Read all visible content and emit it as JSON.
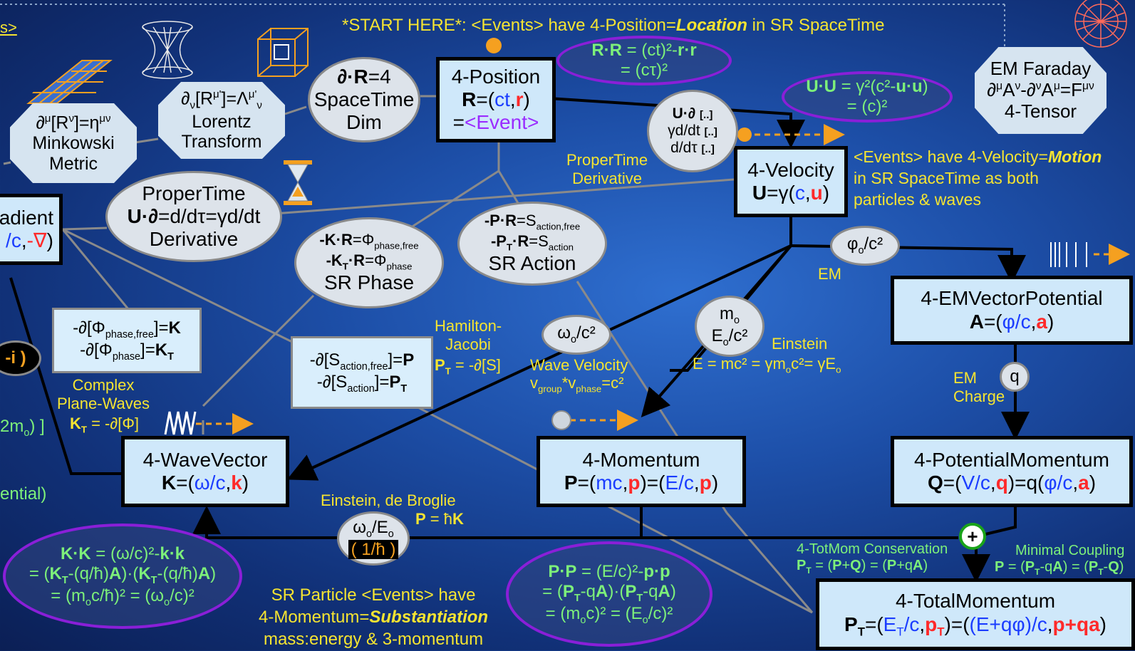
{
  "header": {
    "title_prefix": "*START HERE*: <Events> have 4-Position=",
    "title_bold": "Location",
    "title_suffix": " in SR SpaceTime",
    "corner_link": "s>"
  },
  "nodes": {
    "pos": {
      "title": "4-Position",
      "eq": "R=(ct,r)",
      "eq2": "=<Event>"
    },
    "vel": {
      "title": "4-Velocity",
      "eq": "U=γ(c,u)"
    },
    "emvp": {
      "title": "4-EMVectorPotential",
      "eq": "A=(φ/c,a)"
    },
    "potmom": {
      "title": "4-PotentialMomentum",
      "eq": "Q=(V/c,q)=q(φ/c,a)"
    },
    "mom": {
      "title": "4-Momentum",
      "eq": "P=(mc,p)=(E/c,p)"
    },
    "wave": {
      "title": "4-WaveVector",
      "eq": "K=(ω/c,k)"
    },
    "totmom": {
      "title": "4-TotalMomentum",
      "eq": "PT=(ET/c,pT)=((E+qφ)/c,p+qa)"
    },
    "grad": {
      "l1": "adient",
      "l2": "/c,-∇)"
    },
    "dim": {
      "l1": "∂·R=4",
      "l2": "SpaceTime",
      "l3": "Dim"
    },
    "lorentz": {
      "l1": "∂ν[Rμ']=Λμ'ν",
      "l2": "Lorentz",
      "l3": "Transform"
    },
    "mink": {
      "l1": "∂μ[Rν]=ημν",
      "l2": "Minkowski",
      "l3": "Metric"
    },
    "propertime": {
      "l1": "ProperTime",
      "l2": "U·∂=d/dτ=γd/dt",
      "l3": "Derivative"
    },
    "deriv": {
      "l1": "U·∂ [..]",
      "l2": "γd/dt [..]",
      "l3": "d/dτ [..]"
    },
    "phase": {
      "l1": "-K·R=Φphase,free",
      "l2": "-KT·R=Φphase",
      "l3": "SR Phase"
    },
    "action": {
      "l1": "-P·R=Saction,free",
      "l2": "-PT·R=Saction",
      "l3": "SR Action"
    },
    "faraday": {
      "l1": "EM Faraday",
      "l2": "∂μAν-∂νAμ=Fμν",
      "l3": "4-Tensor"
    },
    "phasebox": {
      "l1": "-∂[Φphase,free]=K",
      "l2": "-∂[Φphase]=KT"
    },
    "actionbox": {
      "l1": "-∂[Saction,free]=P",
      "l2": "-∂[Saction]=PT"
    },
    "phic": {
      "l1": "φo/c²"
    },
    "mo": {
      "l1": "mo",
      "l2": "Eo/c²"
    },
    "omega": {
      "l1": "ωo/c²"
    },
    "omegaE": {
      "l1": "ωo/Eo",
      "l2": "( 1/ħ )"
    },
    "q": {
      "l1": "q"
    },
    "minus_i": {
      "l1": "-i )"
    }
  },
  "purple": {
    "rr": {
      "l1": "R·R = (ct)²-r·r",
      "l2": "= (cτ)²"
    },
    "uu": {
      "l1": "U·U = γ²(c²-u·u)",
      "l2": "= (c)²"
    },
    "kk": {
      "l1": "K·K = (ω/c)²-k·k",
      "l2": "= (KT-(q/ħ)A)·(KT-(q/ħ)A)",
      "l3": "= (moc/ħ)² = (ωo/c)²"
    },
    "pp": {
      "l1": "P·P = (E/c)²-p·p",
      "l2": "= (PT-qA)·(PT-qA)",
      "l3": "= (moc)² = (Eo/c)²"
    }
  },
  "labels": {
    "propertime_deriv": "ProperTime\nDerivative",
    "vel_note1": "<Events> have 4-Velocity=",
    "vel_note_bold": "Motion",
    "vel_note2": "in SR SpaceTime as both",
    "vel_note3": "particles & waves",
    "em": "EM",
    "einstein": "Einstein",
    "einstein_eq": "E = mc² = γmoc²= γEo",
    "em_charge": "EM\nCharge",
    "hamilton": "Hamilton-\nJacobi",
    "hamilton_eq": "PT = -∂[S]",
    "wave_velocity": "Wave Velocity",
    "wave_velocity_eq": "vgroup*vphase=c²",
    "complex": "Complex\nPlane-Waves",
    "complex_eq": "KT = -∂[Φ]",
    "debroglie": "Einstein, de Broglie",
    "debroglie_eq": "P = ħK",
    "particle1": "SR Particle <Events> have",
    "particle2_pre": "4-Momentum=",
    "particle2_bold": "Substantiation",
    "particle3": "mass:energy & 3-momentum",
    "totmom_cons": "4-TotMom Conservation",
    "totmom_cons_eq": "PT = (P+Q) = (P+qA)",
    "min_coupling": "Minimal Coupling",
    "min_coupling_eq": "P = (PT-qA) = (PT-Q)",
    "left_2mo": "2mo) ]",
    "left_ential": "ential)",
    "plus": "+"
  },
  "colors": {
    "accent_yellow": "#f5e431",
    "green": "#7df07a",
    "purple": "#8a1fd8",
    "orange": "#f5a020"
  }
}
